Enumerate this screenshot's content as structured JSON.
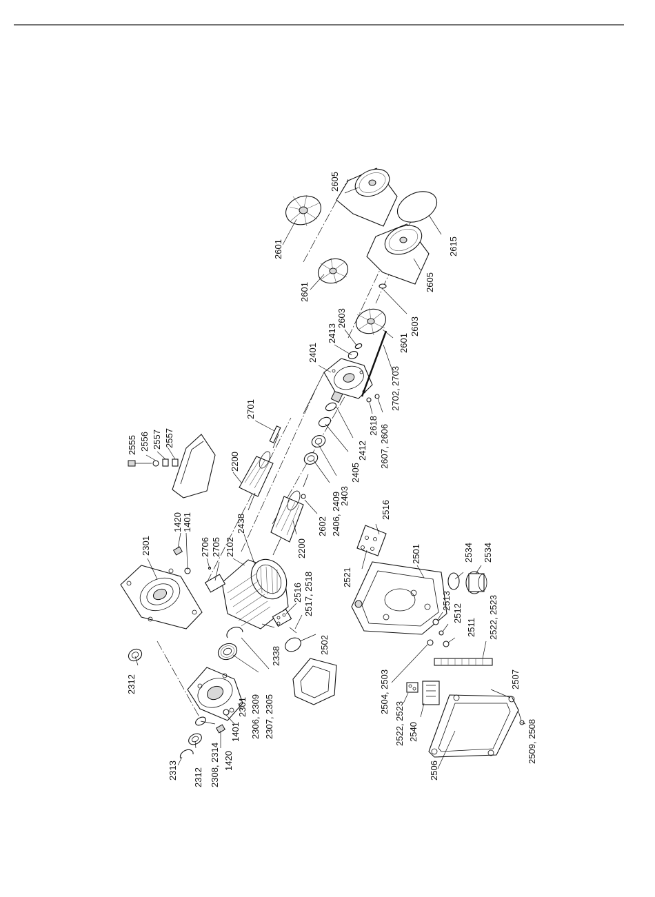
{
  "labels": {
    "p2312a": "2312",
    "p2313": "2313",
    "p2312b": "2312",
    "p2308": "2308, 2314",
    "p1420a": "1420",
    "p1401a": "1401",
    "p2301a": "2301",
    "p2306": "2306, 2309",
    "p2307": "2307, 2305",
    "p2338": "2338",
    "p2301b": "2301",
    "p1420b": "1420",
    "p1401b": "1401",
    "p2706": "2706",
    "p2705": "2705",
    "p2102": "2102",
    "p2438": "2438",
    "p2516a": "2516",
    "p2517": "2517, 2518",
    "p2502": "2502",
    "p2200a": "2200",
    "p2200b": "2200",
    "p2602": "2602",
    "p2406": "2406, 2409",
    "p2555": "2555",
    "p2556": "2556",
    "p2557a": "2557",
    "p2557b": "2557",
    "p2701": "2701",
    "p2403": "2403",
    "p2405": "2405",
    "p2412": "2412",
    "p2401": "2401",
    "p2413": "2413",
    "p2603a": "2603",
    "p2618": "2618",
    "p2607": "2607, 2606",
    "p2702": "2702, 2703",
    "p2601a": "2601",
    "p2601b": "2601",
    "p2601c": "2601",
    "p2603b": "2603",
    "p2605a": "2605",
    "p2605b": "2605",
    "p2615": "2615",
    "p2516b": "2516",
    "p2521": "2521",
    "p2501": "2501",
    "p2534a": "2534",
    "p2534b": "2534",
    "p2513": "2513",
    "p2512": "2512",
    "p2511": "2511",
    "p2522a": "2522, 2523",
    "p2504": "2504, 2503",
    "p2522b": "2522, 2523",
    "p2540": "2540",
    "p2507": "2507",
    "p2509": "2509, 2508",
    "p2506": "2506"
  }
}
